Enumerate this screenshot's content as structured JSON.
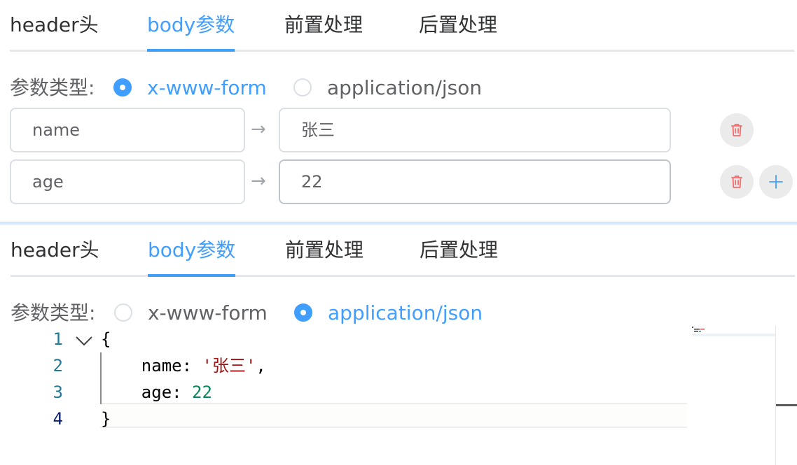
{
  "panels": [
    {
      "tabs": [
        {
          "label": "header头",
          "active": false
        },
        {
          "label": "body参数",
          "active": true
        },
        {
          "label": "前置处理",
          "active": false
        },
        {
          "label": "后置处理",
          "active": false
        }
      ],
      "param_type_label": "参数类型:",
      "radios": [
        {
          "label": "x-www-form",
          "checked": true
        },
        {
          "label": "application/json",
          "checked": false
        }
      ],
      "rows": [
        {
          "key": "name",
          "arrow": "→",
          "value": "张三"
        },
        {
          "key": "age",
          "arrow": "→",
          "value": "22"
        }
      ]
    },
    {
      "tabs": [
        {
          "label": "header头",
          "active": false
        },
        {
          "label": "body参数",
          "active": true
        },
        {
          "label": "前置处理",
          "active": false
        },
        {
          "label": "后置处理",
          "active": false
        }
      ],
      "param_type_label": "参数类型:",
      "radios": [
        {
          "label": "x-www-form",
          "checked": false
        },
        {
          "label": "application/json",
          "checked": true
        }
      ],
      "editor": {
        "line_numbers": [
          "1",
          "2",
          "3",
          "4"
        ],
        "lines": {
          "l1": "{",
          "l2_key": "    name: ",
          "l2_str": "'张三'",
          "l2_comma": ",",
          "l3_key": "    age: ",
          "l3_num": "22",
          "l4": "}"
        }
      }
    }
  ],
  "colors": {
    "accent": "#409eff",
    "delete": "#f56c6c",
    "string": "#a31515",
    "number": "#098658"
  },
  "icons": {
    "delete": "trash-icon",
    "add": "plus-icon",
    "fold": "chevron-down-icon"
  }
}
